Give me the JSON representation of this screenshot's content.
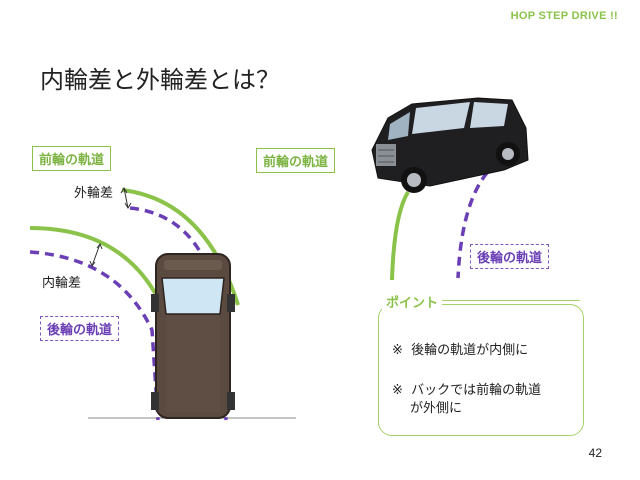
{
  "header": {
    "brand": "HOP STEP DRIVE !!"
  },
  "slide": {
    "title": "内輪差と外輪差とは？",
    "page_number": "42"
  },
  "diagram_left": {
    "front_track_label": "前輪の軌道",
    "rear_track_label": "後輪の軌道",
    "outer_diff_label": "外輪差",
    "inner_diff_label": "内輪差"
  },
  "diagram_right": {
    "front_track_label": "前輪の軌道",
    "rear_track_label": "後輪の軌道"
  },
  "point": {
    "title": "ポイント",
    "items": [
      {
        "mark": "※",
        "text": "後輪の軌道が内側に"
      },
      {
        "mark": "※",
        "text": "バックでは前輪の軌道",
        "cont": "が外側に"
      }
    ]
  },
  "colors": {
    "front": "#8bc34a",
    "rear": "#6a3fb5",
    "car_body": "#5a4a40"
  }
}
